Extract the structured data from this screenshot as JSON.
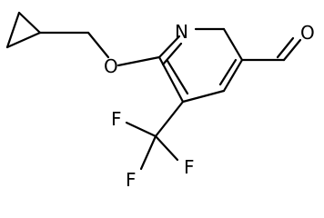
{
  "molecule": {
    "atoms": {
      "nitrogen": "N",
      "ether_oxygen": "O",
      "aldehyde_oxygen": "O",
      "fluorine_1": "F",
      "fluorine_2": "F",
      "fluorine_3": "F"
    }
  },
  "colors": {
    "bond": "#000000",
    "atom_label": "#000000",
    "background": "#ffffff"
  }
}
